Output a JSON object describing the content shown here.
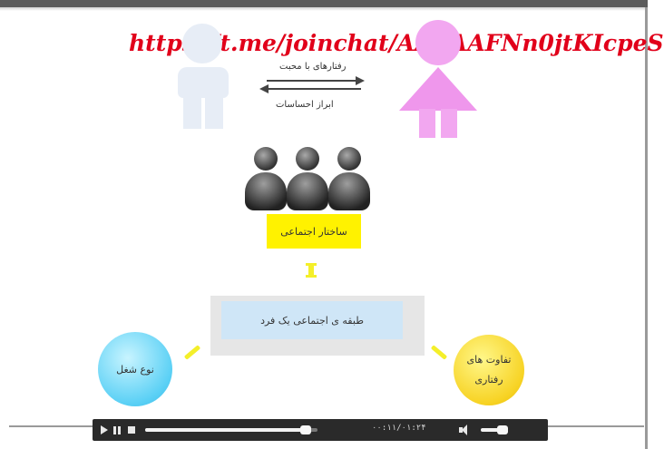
{
  "watermark": "https://t.me/joinchat/AAAAAFNn0jtKIcpeS",
  "slide": {
    "arrow_top_label": "رفتارهای با محبت",
    "arrow_bottom_label": "ابراز احساسات",
    "social_structure_label": "ساختار اجتماعی",
    "social_class_label": "طبقه ی اجتماعی یک فرد",
    "job_type_label": "نوع شغل",
    "behavior_differences_label": "تفاوت های رفتاری"
  },
  "player": {
    "time": "۰۰:۱۱/۰۱:۲۴",
    "seek_progress": 0.93,
    "volume_level": 0.8
  },
  "colors": {
    "watermark": "#e1001a",
    "male_figure": "#e7edf6",
    "female_figure": "#f2a7f0",
    "yellow_box": "#fff200",
    "class_box": "#cfe6f7",
    "circle_left": "#5ad0f5",
    "circle_right": "#f7d324",
    "player_bar": "#2a2a2a"
  },
  "icons": {
    "play": "play-icon",
    "pause": "pause-icon",
    "stop": "stop-icon",
    "volume": "volume-icon"
  }
}
